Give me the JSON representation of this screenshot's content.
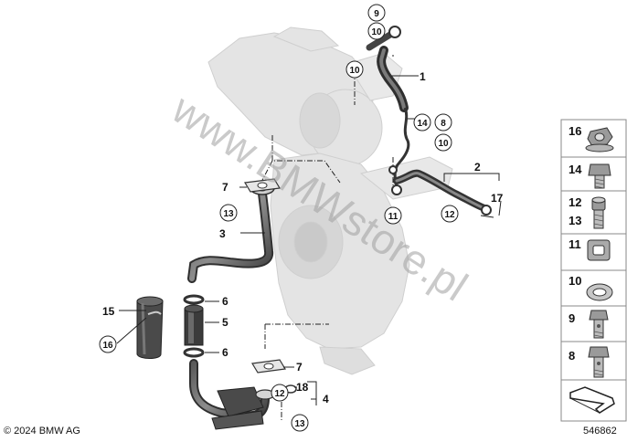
{
  "watermark": "www.BMWstore.pl",
  "copyright": "© 2024 BMW AG",
  "drawing_number": "546862",
  "callouts": {
    "c1": "1",
    "c2": "2",
    "c3": "3",
    "c4": "4",
    "c5": "5",
    "c6a": "6",
    "c6b": "6",
    "c7a": "7",
    "c7b": "7",
    "c8": "8",
    "c9": "9",
    "c10a": "10",
    "c10b": "10",
    "c10c": "10",
    "c11": "11",
    "c12a": "12",
    "c12b": "12",
    "c13a": "13",
    "c13b": "13",
    "c14": "14",
    "c15": "15",
    "c16": "16",
    "c17": "17",
    "c18": "18"
  },
  "parts_panel": [
    {
      "number": "16",
      "icon": "flange-nut-icon"
    },
    {
      "number": "14",
      "icon": "hex-bolt-icon"
    },
    {
      "number": "12",
      "number_b": "13",
      "icon": "socket-head-screw-icon"
    },
    {
      "number": "11",
      "icon": "split-lock-washer-icon"
    },
    {
      "number": "10",
      "icon": "sealing-ring-icon"
    },
    {
      "number": "9",
      "icon": "banjo-bolt-icon"
    },
    {
      "number": "8",
      "icon": "banjo-bolt-long-icon"
    }
  ]
}
